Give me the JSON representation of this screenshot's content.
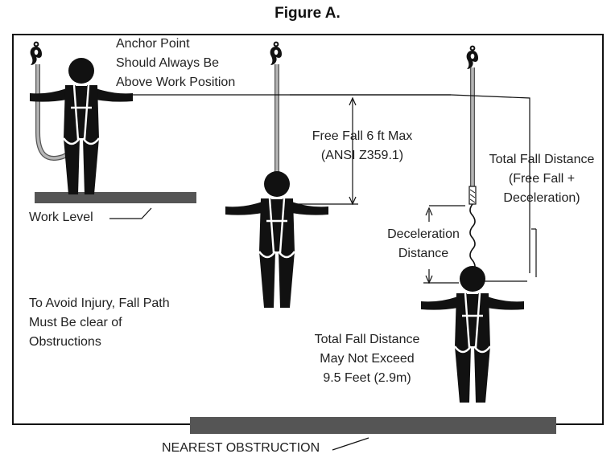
{
  "figure_title": "Figure A.",
  "labels": {
    "anchor_point": [
      "Anchor Point",
      "Should Always Be",
      "Above Work Position"
    ],
    "free_fall": [
      "Free Fall 6 ft Max",
      "(ANSI Z359.1)"
    ],
    "total_fall_distance": [
      "Total Fall Distance",
      "(Free Fall +",
      "Deceleration)"
    ],
    "deceleration_distance": [
      "Deceleration",
      "Distance"
    ],
    "work_level": "Work Level",
    "avoid_injury": [
      "To Avoid Injury, Fall Path",
      "Must Be clear of",
      "Obstructions"
    ],
    "total_not_exceed": [
      "Total Fall Distance",
      "May Not Exceed",
      "9.5 Feet (2.9m)"
    ],
    "nearest_obstruction": "NEAREST OBSTRUCTION"
  },
  "colors": {
    "figure": "#111111",
    "lanyard": "#b5b5b5",
    "lanyard_outline": "#555555",
    "platform": "#555555",
    "frame": "#111111"
  },
  "icons": [
    "carabiner-hook-icon",
    "person-in-harness-icon"
  ]
}
